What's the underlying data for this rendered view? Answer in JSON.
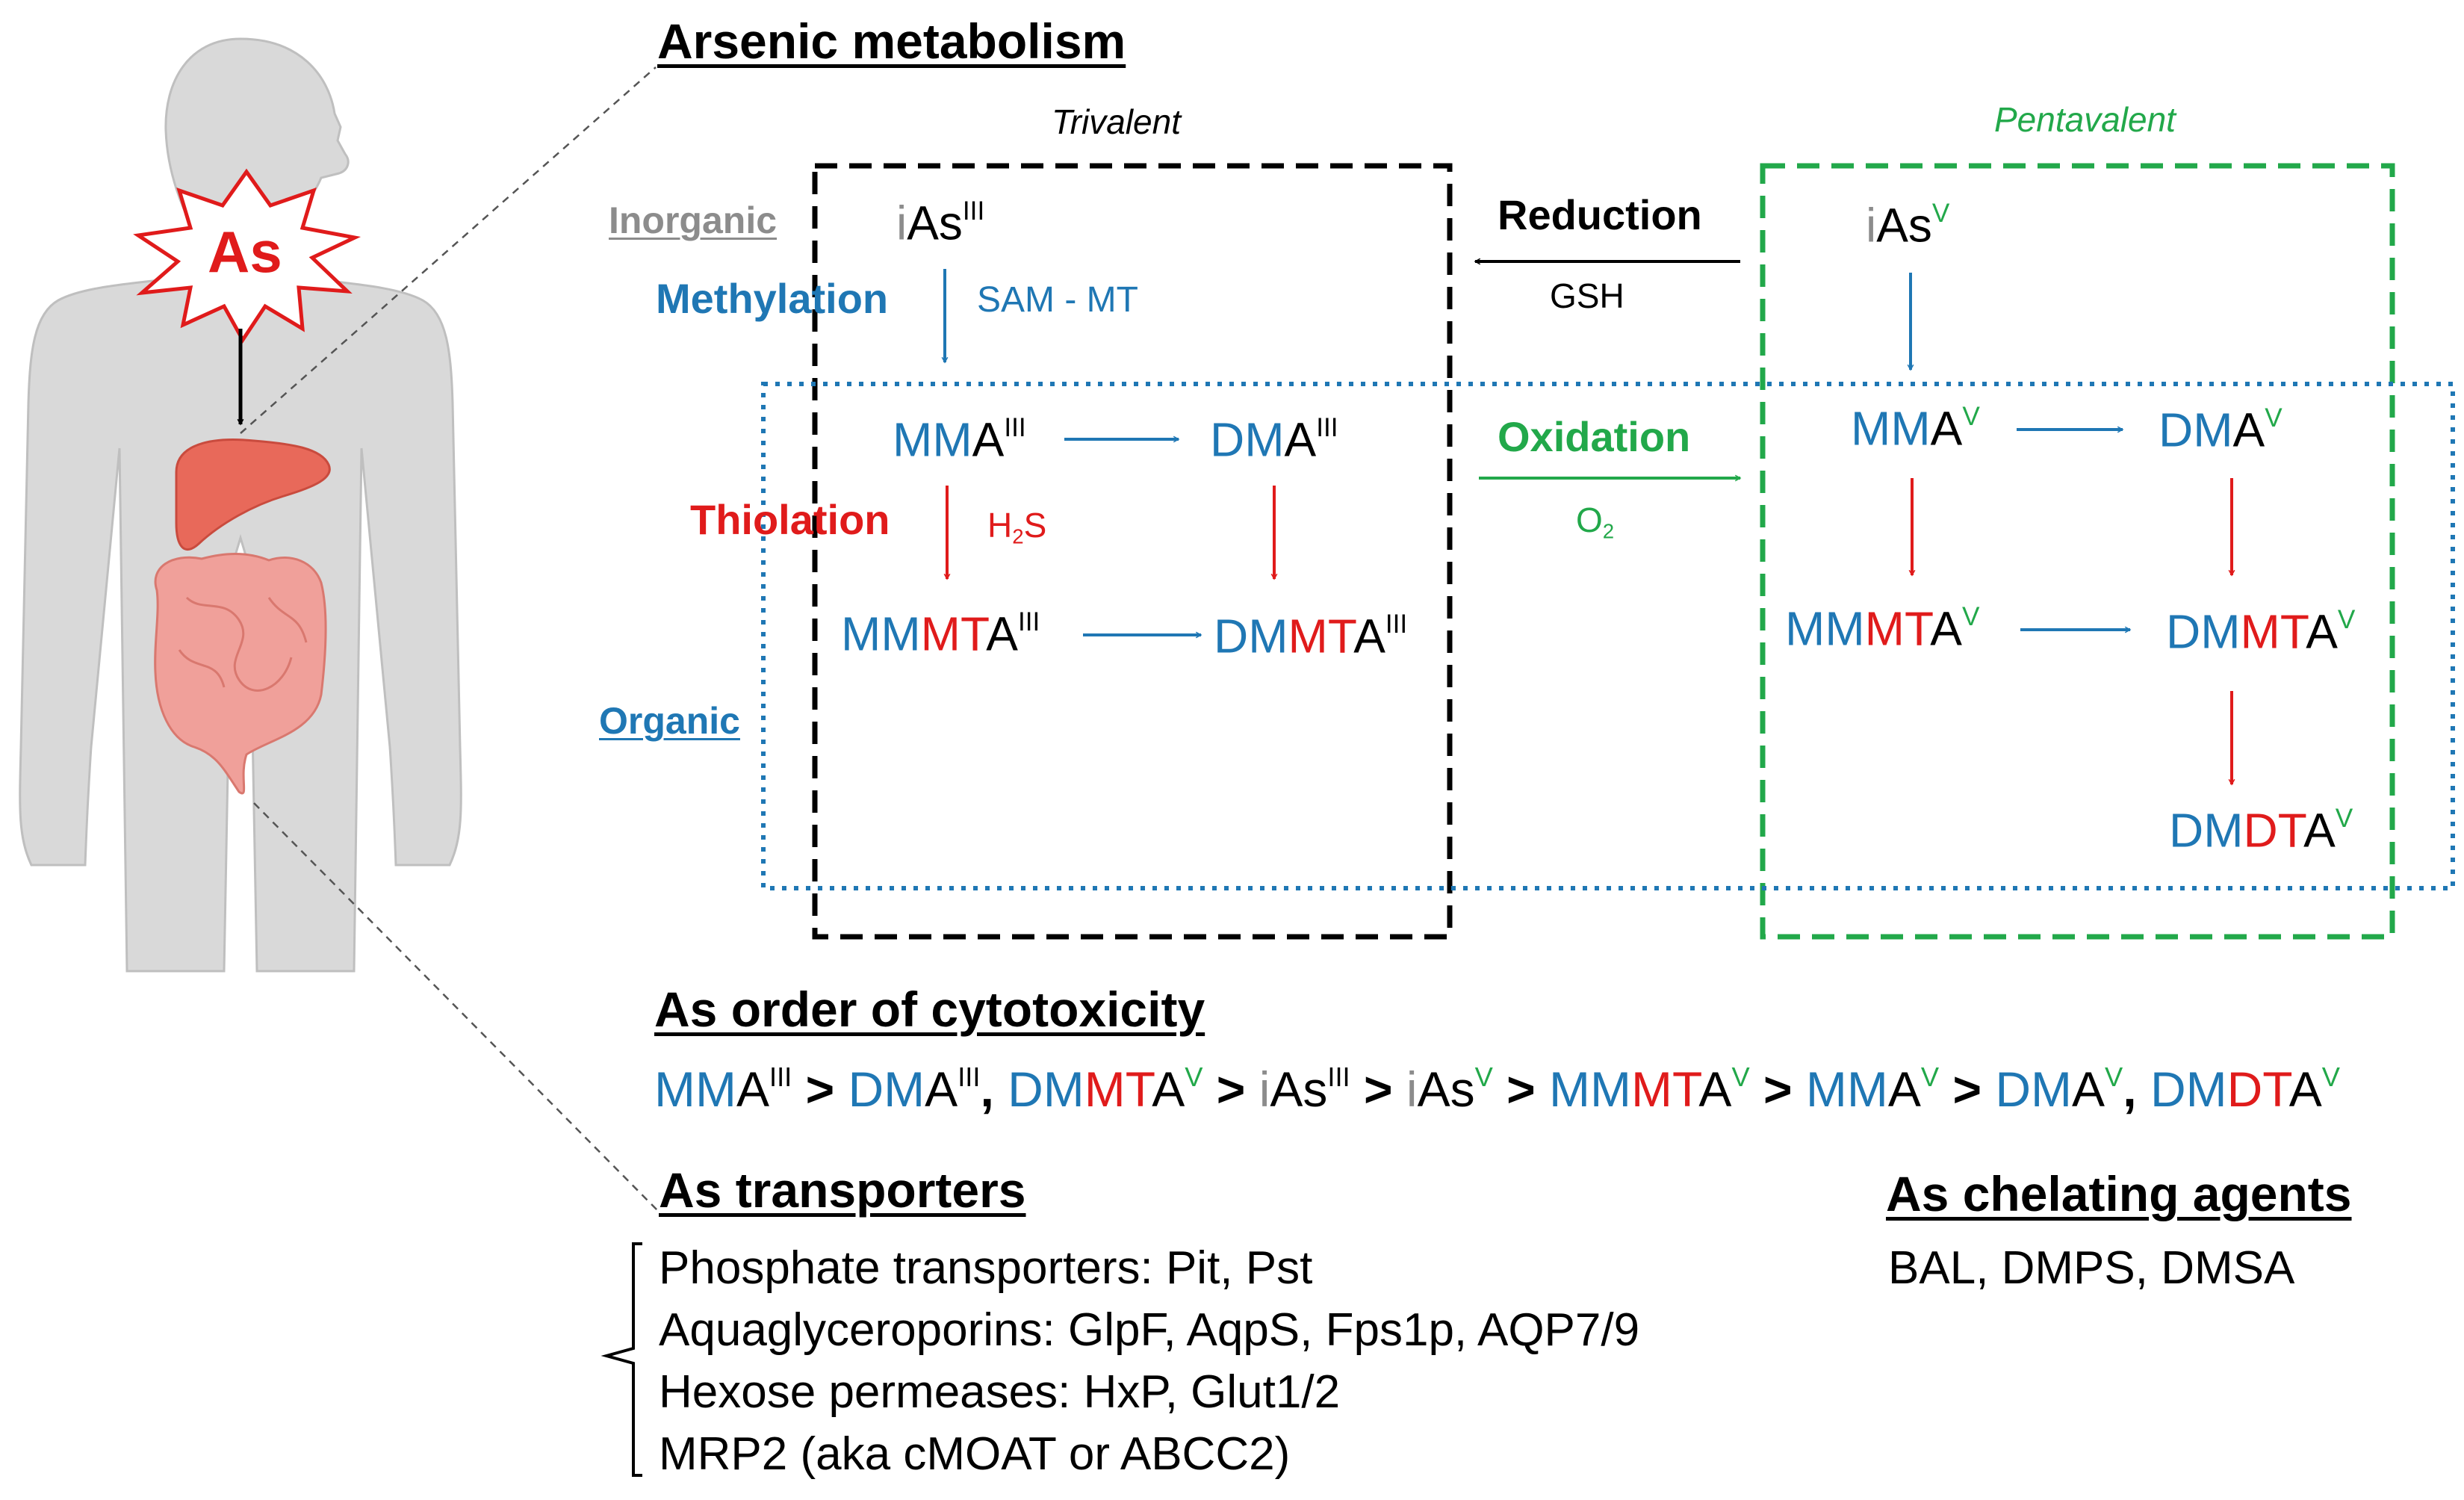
{
  "title": "Arsenic metabolism",
  "body_label": "As",
  "columns": {
    "trivalent": "Trivalent",
    "pentavalent": "Pentavalent"
  },
  "categories": {
    "inorganic": "Inorganic",
    "organic": "Organic"
  },
  "processes": {
    "methylation": {
      "label": "Methylation",
      "agent": "SAM - MT"
    },
    "reduction": {
      "label": "Reduction",
      "agent": "GSH"
    },
    "oxidation": {
      "label": "Oxidation",
      "agent_main": "O",
      "agent_sub": "2"
    },
    "thiolation": {
      "label": "Thiolation",
      "agent_main": "H",
      "agent_sub": "2",
      "agent_tail": "S"
    }
  },
  "species": {
    "ias": {
      "prefix": "i",
      "main": "As"
    },
    "mma": {
      "prefix": "MM",
      "main": "A"
    },
    "dma": {
      "prefix": "DM",
      "main": "A"
    },
    "mmmta": {
      "prefix": "MM",
      "mid": "MT",
      "main": "A"
    },
    "dmmta": {
      "prefix": "DM",
      "mid": "MT",
      "main": "A"
    },
    "dmdta": {
      "prefix": "DM",
      "mid": "DT",
      "main": "A"
    }
  },
  "oxidation_states": {
    "trivalent": "III",
    "pentavalent": "V"
  },
  "cytotoxicity": {
    "heading": "As order of cytotoxicity",
    "gt": ">",
    "comma": ","
  },
  "transporters": {
    "heading": "As transporters",
    "items": [
      "Phosphate transporters: Pit, Pst",
      "Aquaglyceroporins: GlpF, AqpS, Fps1p, AQP7/9",
      "Hexose permeases: HxP, Glut1/2",
      "MRP2 (aka cMOAT or ABCC2)"
    ]
  },
  "chelating": {
    "heading": "As chelating agents",
    "items": "BAL, DMPS, DMSA"
  },
  "colors": {
    "methylation": "#1F77B4",
    "thiolation": "#E01B1B",
    "oxidation": "#22A84A",
    "inorganic": "#8C8C8C",
    "trivalent_box": "#000000",
    "pentavalent_box": "#22A84A",
    "organic_box": "#1F77B4",
    "body": "#D9D9D9",
    "liver": "#E8695A",
    "intestine": "#F0A09A"
  }
}
